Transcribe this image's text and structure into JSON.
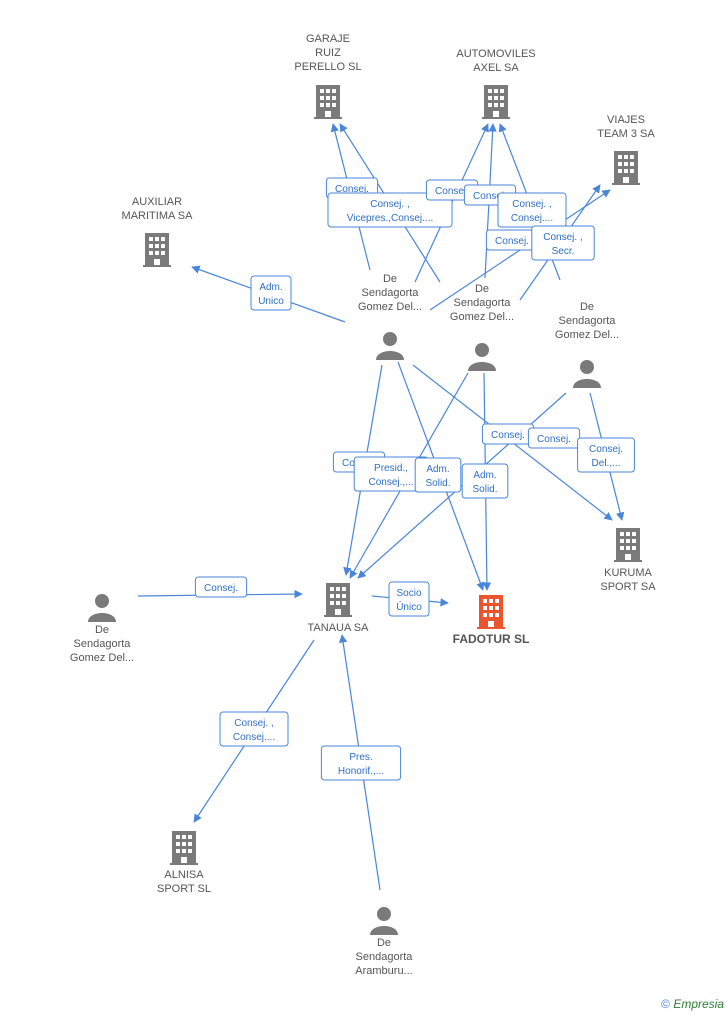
{
  "colors": {
    "node": "#7a7a7a",
    "focus": "#e8552f",
    "edge": "#4a86d8",
    "label": "#555555"
  },
  "nodes": [
    {
      "id": "garaje",
      "kind": "company",
      "label": [
        "GARAJE",
        "RUIZ",
        "PERELLO  SL"
      ]
    },
    {
      "id": "axel",
      "kind": "company",
      "label": [
        "AUTOMOVILES",
        "AXEL SA"
      ]
    },
    {
      "id": "viajes",
      "kind": "company",
      "label": [
        "VIAJES",
        "TEAM 3 SA"
      ]
    },
    {
      "id": "auxiliar",
      "kind": "company",
      "label": [
        "AUXILIAR",
        "MARITIMA SA"
      ]
    },
    {
      "id": "p1",
      "kind": "person",
      "label": [
        "De",
        "Sendagorta",
        "Gomez Del..."
      ]
    },
    {
      "id": "p2",
      "kind": "person",
      "label": [
        "De",
        "Sendagorta",
        "Gomez Del..."
      ]
    },
    {
      "id": "p3",
      "kind": "person",
      "label": [
        "De",
        "Sendagorta",
        "Gomez Del..."
      ]
    },
    {
      "id": "kuruma",
      "kind": "company",
      "label": [
        "KURUMA",
        "SPORT SA"
      ]
    },
    {
      "id": "p4",
      "kind": "person",
      "label": [
        "De",
        "Sendagorta",
        "Gomez Del..."
      ]
    },
    {
      "id": "tanaua",
      "kind": "company",
      "label": [
        "TANAUA SA"
      ]
    },
    {
      "id": "fadotur",
      "kind": "focus",
      "label": [
        "FADOTUR  SL"
      ]
    },
    {
      "id": "alnisa",
      "kind": "company",
      "label": [
        "ALNISA",
        "SPORT SL"
      ]
    },
    {
      "id": "p5",
      "kind": "person",
      "label": [
        "De",
        "Sendagorta",
        "Aramburu..."
      ]
    }
  ],
  "edges": [
    {
      "label": [
        "Consej."
      ]
    },
    {
      "label": [
        "Consej. ,",
        "Vicepres.,Consej...."
      ]
    },
    {
      "label": [
        "Consej."
      ]
    },
    {
      "label": [
        "Consej."
      ]
    },
    {
      "label": [
        "Consej. ,",
        "Consej...."
      ]
    },
    {
      "label": [
        "Consej."
      ]
    },
    {
      "label": [
        "Consej. ,",
        "Secr."
      ]
    },
    {
      "label": [
        "Adm.",
        "Unico"
      ]
    },
    {
      "label": [
        "Consej."
      ]
    },
    {
      "label": [
        "Presid.,",
        "Consej.,..."
      ]
    },
    {
      "label": [
        "Adm.",
        "Solid."
      ]
    },
    {
      "label": [
        "Adm.",
        "Solid."
      ]
    },
    {
      "label": [
        "Consej."
      ]
    },
    {
      "label": [
        "Consej."
      ]
    },
    {
      "label": [
        "Consej.",
        "Del.,..."
      ]
    },
    {
      "label": [
        "Consej."
      ]
    },
    {
      "label": [
        "Socio",
        "Único"
      ]
    },
    {
      "label": [
        "Consej. ,",
        "Consej...."
      ]
    },
    {
      "label": [
        "Pres.",
        "Honorif.,..."
      ]
    }
  ],
  "footer": {
    "copyright": "©",
    "brand": "Empresia"
  }
}
